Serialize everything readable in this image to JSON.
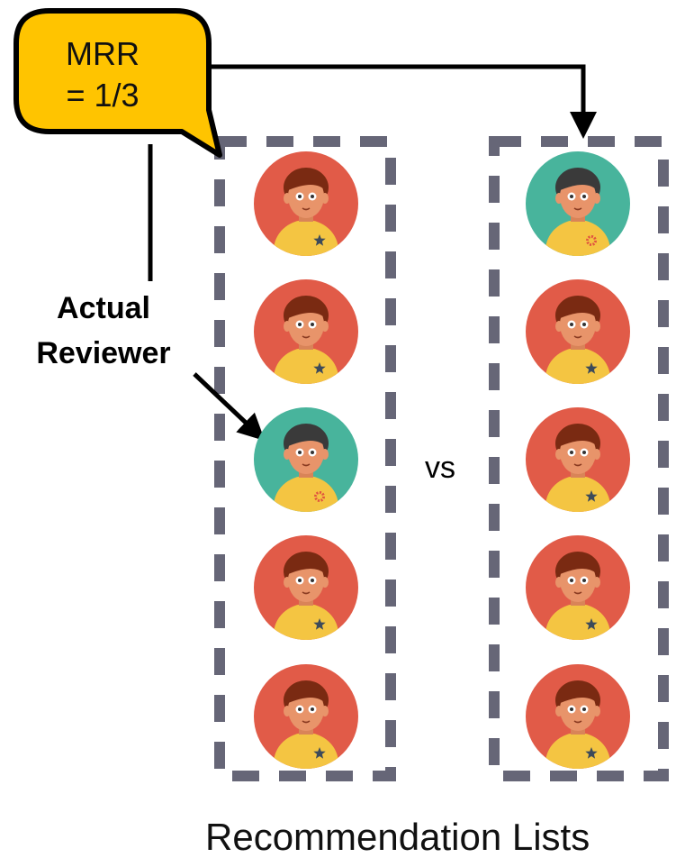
{
  "callout": {
    "line1": "MRR",
    "line2": "= 1/3"
  },
  "actual_reviewer": {
    "line1": "Actual",
    "line2": "Reviewer"
  },
  "separator": "vs",
  "caption": "Recommendation Lists",
  "colors": {
    "red_avatar": "#e15b48",
    "teal_avatar": "#48b49c",
    "callout_fill": "#ffc400",
    "dashed_border": "#666677",
    "shirt": "#f4c542",
    "skin": "#e8946a",
    "hair_red": "#7a2a12",
    "hair_teal": "#3a3a3a"
  },
  "lists": [
    {
      "name": "list-left",
      "avatars": [
        "red",
        "red",
        "teal",
        "red",
        "red"
      ]
    },
    {
      "name": "list-right",
      "avatars": [
        "teal",
        "red",
        "red",
        "red",
        "red"
      ]
    }
  ]
}
